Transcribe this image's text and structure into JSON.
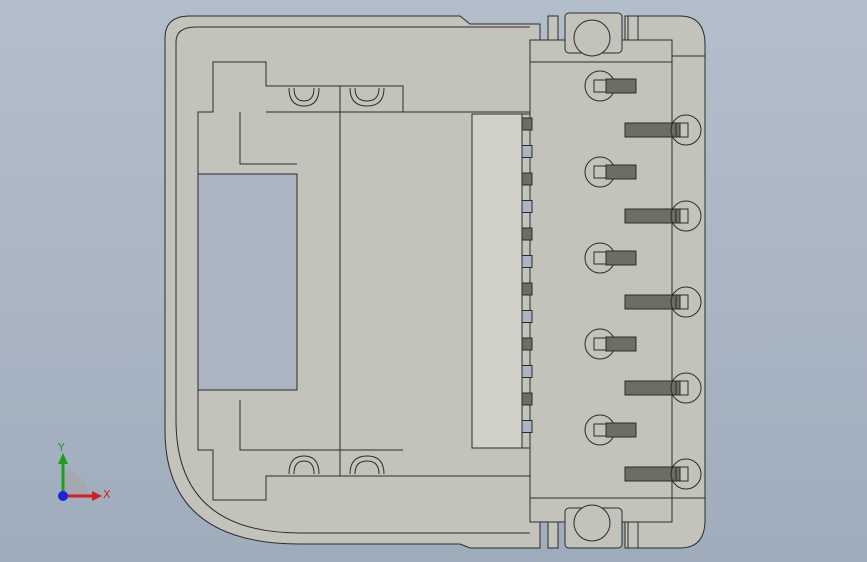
{
  "viewport": {
    "background_top": "#b3becb",
    "background_bottom": "#9eacbc"
  },
  "model": {
    "part_fill": "#c4c3bb",
    "part_fill_light": "#d2d1c9",
    "part_edge": "#2b2b2b",
    "slot_fill": "#aab4c2",
    "pin_fill": "#6e6d63",
    "pin_rows": 6,
    "hole_count": 6
  },
  "triad": {
    "x_label": "X",
    "y_label": "Y",
    "x_color": "#d02020",
    "y_color": "#1aa01a",
    "z_color": "#1c22d8"
  }
}
